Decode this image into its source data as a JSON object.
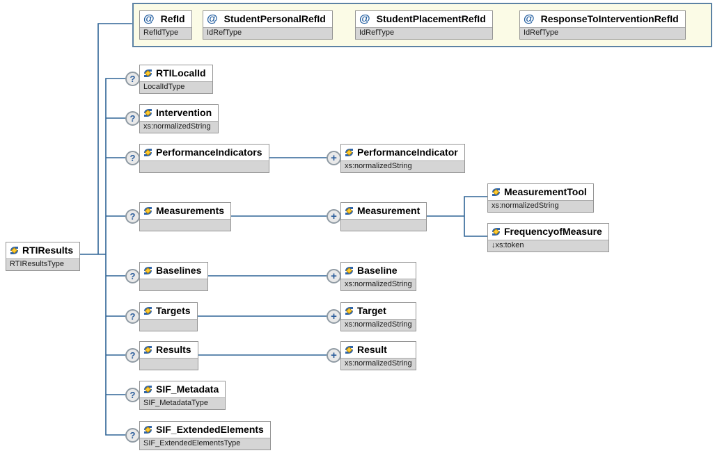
{
  "markers": {
    "optional": "?",
    "repeat": "+",
    "attribute": "@",
    "restriction": "↓"
  },
  "root": {
    "name": "RTIResults",
    "type": "RTIResultsType"
  },
  "attributes": [
    {
      "name": "RefId",
      "type": "RefIdType"
    },
    {
      "name": "StudentPersonalRefId",
      "type": "IdRefType"
    },
    {
      "name": "StudentPlacementRefId",
      "type": "IdRefType"
    },
    {
      "name": "ResponseToInterventionRefId",
      "type": "IdRefType"
    }
  ],
  "children": [
    {
      "name": "RTILocalId",
      "type": "LocalIdType"
    },
    {
      "name": "Intervention",
      "type": "xs:normalizedString"
    },
    {
      "name": "PerformanceIndicators",
      "type": "",
      "child": {
        "name": "PerformanceIndicator",
        "type": "xs:normalizedString"
      }
    },
    {
      "name": "Measurements",
      "type": "",
      "child": {
        "name": "Measurement",
        "type": "",
        "children": [
          {
            "name": "MeasurementTool",
            "type": "xs:normalizedString"
          },
          {
            "name": "FrequencyofMeasure",
            "type": "xs:token"
          }
        ]
      }
    },
    {
      "name": "Baselines",
      "type": "",
      "child": {
        "name": "Baseline",
        "type": "xs:normalizedString"
      }
    },
    {
      "name": "Targets",
      "type": "",
      "child": {
        "name": "Target",
        "type": "xs:normalizedString"
      }
    },
    {
      "name": "Results",
      "type": "",
      "child": {
        "name": "Result",
        "type": "xs:normalizedString"
      }
    },
    {
      "name": "SIF_Metadata",
      "type": "SIF_MetadataType"
    },
    {
      "name": "SIF_ExtendedElements",
      "type": "SIF_ExtendedElementsType"
    }
  ],
  "colors": {
    "connector": "#2f6496",
    "group_background": "#fbfbe6",
    "group_border": "#5c82a4",
    "type_band": "#d5d5d5"
  }
}
